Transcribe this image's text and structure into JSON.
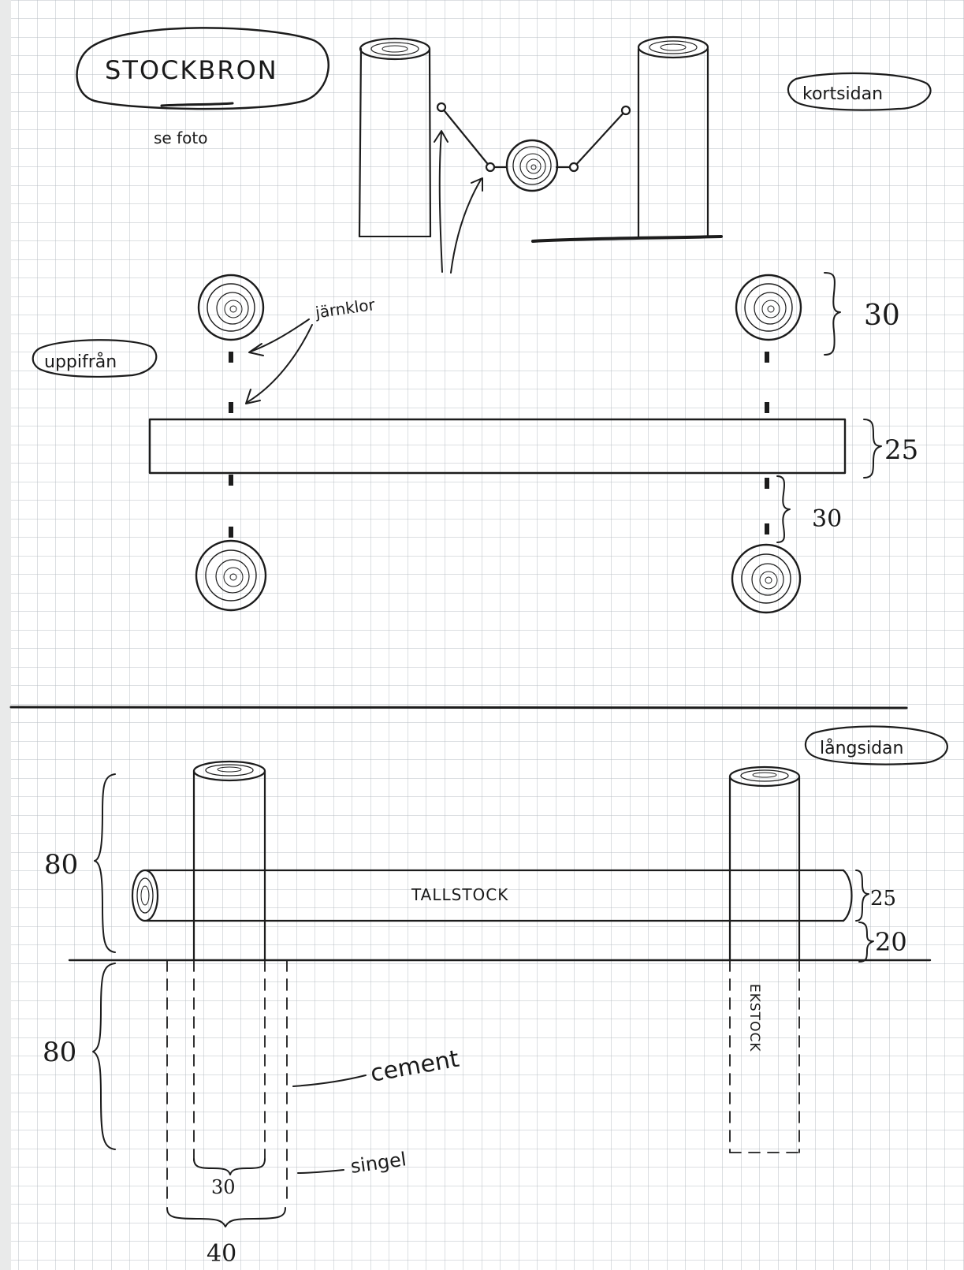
{
  "title": "STOCKBRON",
  "subtitle": "se foto",
  "views": {
    "short_side": "kortsidan",
    "from_above": "uppifrån",
    "long_side": "långsidan"
  },
  "labels": {
    "iron_claws": "järnklor",
    "pine_log": "TALLSTOCK",
    "oak_log": "EKSTOCK",
    "cement": "cement",
    "gravel": "singel"
  },
  "dimensions": {
    "top_post": "30",
    "top_beam": "25",
    "top_gap": "30",
    "long_log": "25",
    "long_gap": "20",
    "height_above": "80",
    "height_below": "80",
    "post_width": "30",
    "hole_width": "40"
  },
  "colors": {
    "ink": "#1c1c1c",
    "grid": "#b9bfc4",
    "paper": "#ffffff"
  }
}
